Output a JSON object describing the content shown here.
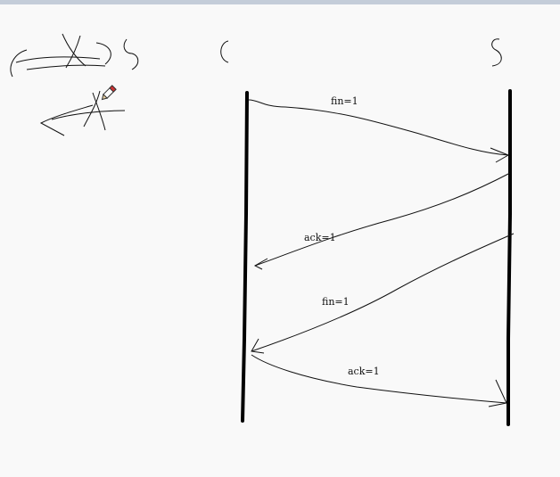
{
  "participants": {
    "left": "c",
    "right": "s"
  },
  "messages": [
    {
      "label": "fin=1",
      "from": "c",
      "to": "s"
    },
    {
      "label": "ack=1",
      "from": "s",
      "to": "c"
    },
    {
      "label": "fin=1",
      "from": "s",
      "to": "c"
    },
    {
      "label": "ack=1",
      "from": "c",
      "to": "s"
    }
  ],
  "colors": {
    "background": "#f9f9f9",
    "ink": "#111111",
    "top_bar": "#c4cdd9"
  },
  "icons": {
    "cursor": "pencil-icon"
  }
}
